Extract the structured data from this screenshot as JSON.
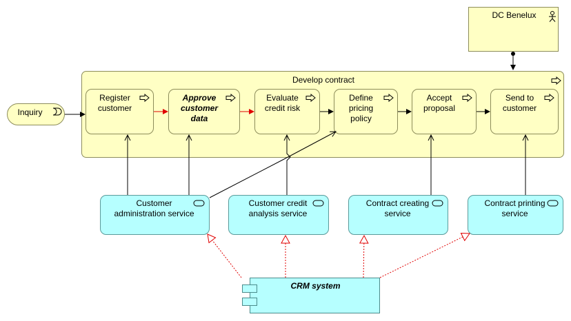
{
  "actor": {
    "label": "DC Benelux"
  },
  "event": {
    "label": "Inquiry"
  },
  "container": {
    "label": "Develop contract"
  },
  "processes": [
    {
      "label": "Register customer"
    },
    {
      "label": "Approve customer data"
    },
    {
      "label": "Evaluate credit risk"
    },
    {
      "label": "Define pricing policy"
    },
    {
      "label": "Accept proposal"
    },
    {
      "label": "Send to customer"
    }
  ],
  "services": [
    {
      "label": "Customer administration service"
    },
    {
      "label": "Customer credit analysis service"
    },
    {
      "label": "Contract creating service"
    },
    {
      "label": "Contract printing service"
    }
  ],
  "component": {
    "label": "CRM system"
  },
  "colors": {
    "business": "#ffffc4",
    "application": "#b6ffff",
    "triggering_highlight": "#ff0000",
    "realization": "#ff0000"
  }
}
